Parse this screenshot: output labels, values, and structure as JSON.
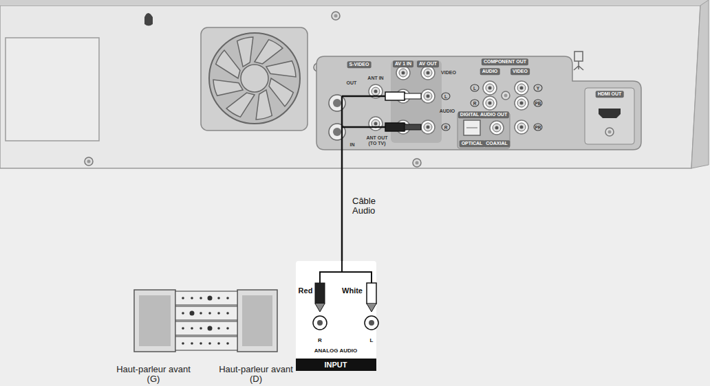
{
  "diagram": {
    "nodes": [
      {
        "text": [
          "S-VIDEO",
          "OUT",
          "IN",
          "ANT IN",
          "ANT OUT (TO TV)",
          "AV 1 IN",
          "AV OUT",
          "VIDEO",
          "L",
          "AUDIO",
          "R",
          "COMPONENT OUT",
          "AUDIO",
          "VIDEO",
          "L",
          "R",
          "Y",
          "PB",
          "PR",
          "DIGITAL AUDIO OUT",
          "OPTICAL",
          "COAXIAL",
          "HDMI OUT"
        ]
      },
      {
        "text": [
          "Red",
          "White",
          "R",
          "L",
          "ANALOG AUDIO",
          "INPUT"
        ]
      }
    ],
    "edges": [
      {
        "from": 0,
        "to": 1,
        "label": "Câble Audio",
        "arrow": "none"
      }
    ],
    "labels": [
      "Haut-parleur avant (G)",
      "Haut-parleur avant (D)"
    ]
  }
}
